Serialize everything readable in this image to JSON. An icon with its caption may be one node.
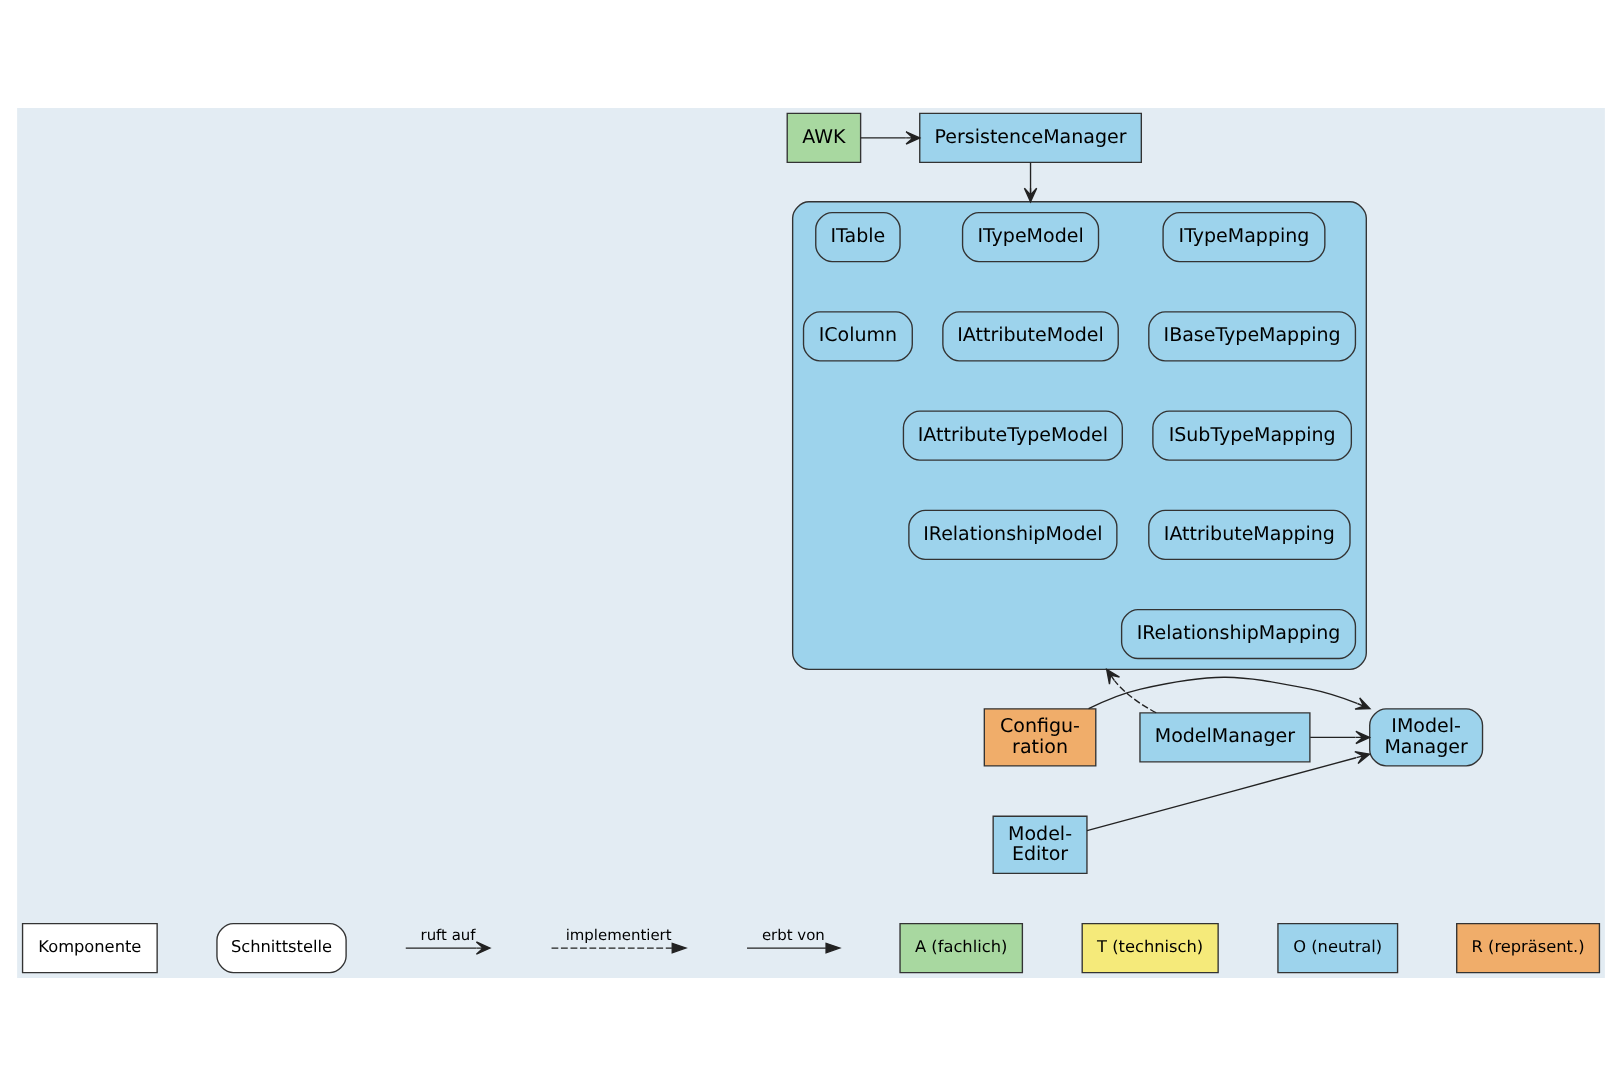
{
  "diagram": {
    "nodes": [
      {
        "text": [
          "AWK"
        ]
      },
      {
        "text": [
          "PersistenceManager"
        ]
      },
      {
        "text": [],
        "shape": "box"
      },
      {
        "text": [
          "ITypeModel"
        ],
        "in": 2
      },
      {
        "text": [
          "IAttributeModel"
        ],
        "in": 2
      },
      {
        "text": [
          "IAttributeTypeModel"
        ],
        "in": 2
      },
      {
        "text": [
          "ITypeMapping"
        ],
        "in": 2
      },
      {
        "text": [
          "IBaseTypeMapping"
        ],
        "in": 2
      },
      {
        "text": [
          "ISubTypeMapping"
        ],
        "in": 2
      },
      {
        "text": [
          "ITable"
        ],
        "in": 2
      },
      {
        "text": [
          "IColumn"
        ],
        "in": 2
      },
      {
        "text": [
          "IRelationshipModel"
        ],
        "in": 2
      },
      {
        "text": [
          "IAttributeMapping"
        ],
        "in": 2
      },
      {
        "text": [
          "IRelationshipMapping"
        ],
        "in": 2
      },
      {
        "text": [
          "Configu- ration"
        ]
      },
      {
        "text": [
          "Model- Editor"
        ]
      },
      {
        "text": [
          "IModel- Manager"
        ]
      },
      {
        "text": [
          "ModelManager"
        ]
      }
    ],
    "edges": [
      {
        "from": 0,
        "to": 1,
        "arrow": "to"
      },
      {
        "from": 1,
        "to": 2,
        "arrow": "to"
      },
      {
        "from": 17,
        "to": 2,
        "arrow": "to",
        "style": "dashed"
      },
      {
        "from": 17,
        "to": 16,
        "arrow": "to"
      },
      {
        "from": 14,
        "to": 16,
        "arrow": "to"
      },
      {
        "from": 15,
        "to": 16,
        "arrow": "to"
      }
    ],
    "legend": [
      {
        "text": "Komponente"
      },
      {
        "text": "Schnittstelle"
      },
      {
        "text": "ruft auf"
      },
      {
        "text": "implementiert"
      },
      {
        "text": "erbt von"
      },
      {
        "text": "A (fachlich)",
        "color": "#a8d8a0"
      },
      {
        "text": "T (technisch)",
        "color": "#f5ea7a"
      },
      {
        "text": "O (neutral)",
        "color": "#9dd3ec"
      },
      {
        "text": "R (repräsent.)",
        "color": "#f0ad6a"
      }
    ]
  }
}
